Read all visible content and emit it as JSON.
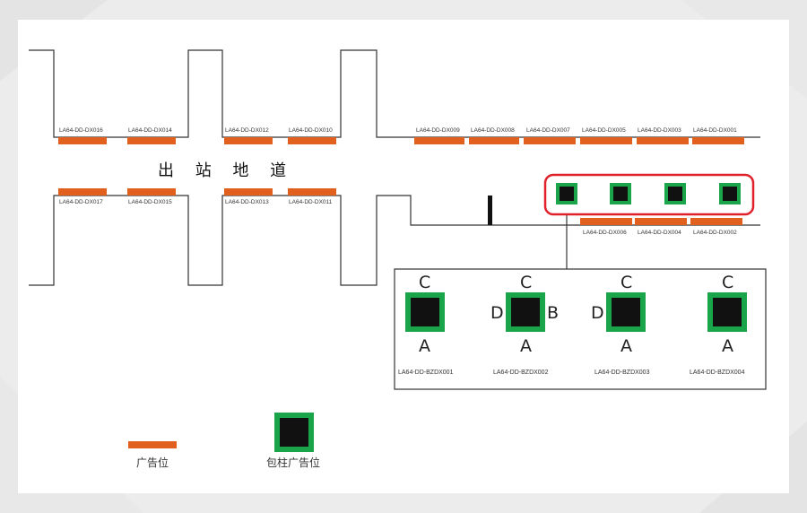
{
  "diagram": {
    "title": "出 站 地 道",
    "colors": {
      "ad_bar": "#e2601e",
      "pillar_outer": "#1aa54b",
      "pillar_inner": "#111111",
      "highlight": "#e0202a",
      "line": "#333333"
    },
    "top_bars": [
      {
        "label": "LA64-DD-DX016"
      },
      {
        "label": "LA64-DD-DX014"
      },
      {
        "label": "LA64-DD-DX012"
      },
      {
        "label": "LA64-DD-DX010"
      },
      {
        "label": "LA64-DD-DX009"
      },
      {
        "label": "LA64-DD-DX008"
      },
      {
        "label": "LA64-DD-DX007"
      },
      {
        "label": "LA64-DD-DX005"
      },
      {
        "label": "LA64-DD-DX003"
      },
      {
        "label": "LA64-DD-DX001"
      }
    ],
    "bottom_bars_left": [
      {
        "label": "LA64-DD-DX017"
      },
      {
        "label": "LA64-DD-DX015"
      },
      {
        "label": "LA64-DD-DX013"
      },
      {
        "label": "LA64-DD-DX011"
      }
    ],
    "bottom_bars_right": [
      {
        "label": "LA64-DD-DX006"
      },
      {
        "label": "LA64-DD-DX004"
      },
      {
        "label": "LA64-DD-DX002"
      }
    ],
    "pillars": [
      {
        "top": "C",
        "bottom": "A",
        "left": "",
        "right": "",
        "code": "LA64-DD-BZDX001"
      },
      {
        "top": "C",
        "bottom": "A",
        "left": "D",
        "right": "B",
        "code": "LA64-DD-BZDX002"
      },
      {
        "top": "C",
        "bottom": "A",
        "left": "D",
        "right": "",
        "code": "LA64-DD-BZDX003"
      },
      {
        "top": "C",
        "bottom": "A",
        "left": "",
        "right": "",
        "code": "LA64-DD-BZDX004"
      }
    ],
    "legend": {
      "ad_bar_label": "广告位",
      "pillar_label": "包柱广告位"
    }
  }
}
